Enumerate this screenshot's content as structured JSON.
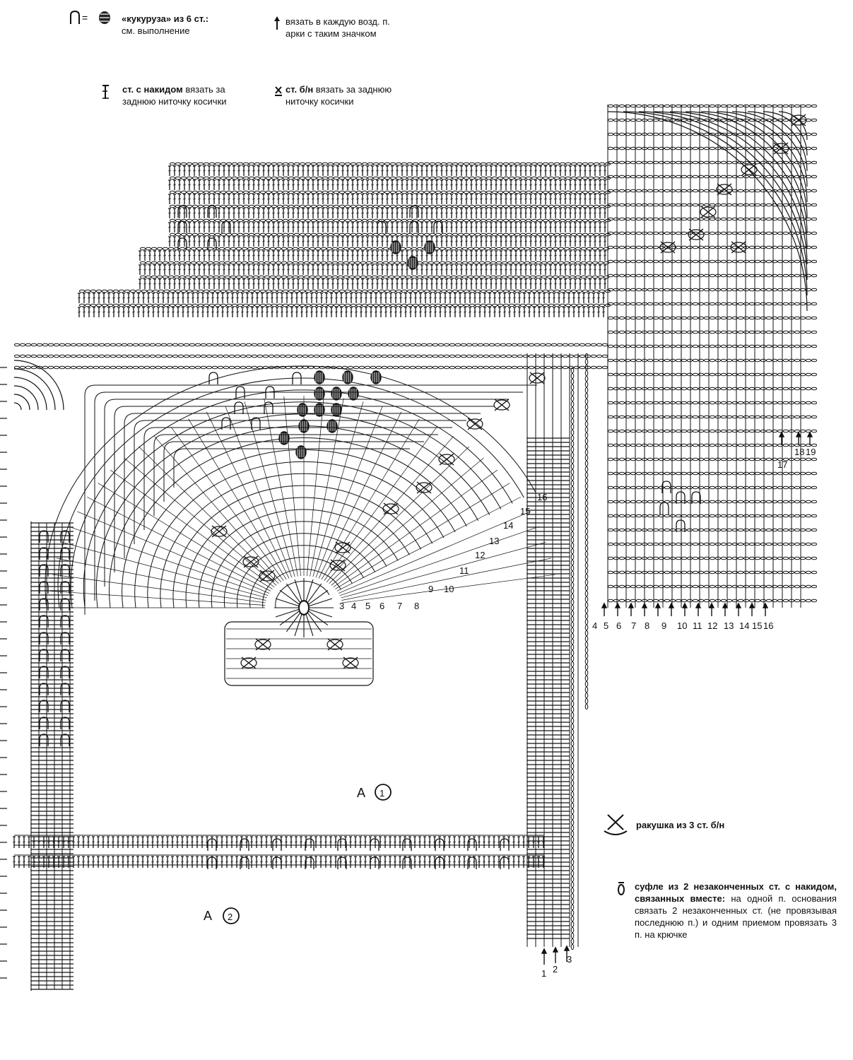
{
  "legend": {
    "corn": {
      "bold": "«кукуруза» из 6 ст.:",
      "text": "см. выполнение"
    },
    "arrow": {
      "text": "вязать в каждую возд. п. арки с таким значком"
    },
    "dc_back": {
      "bold": "ст. с накидом",
      "text": "вязать за заднюю ниточку косички"
    },
    "sc_back": {
      "bold": "ст. б/н",
      "text": "вязать за заднюю ниточку косички"
    },
    "shell": {
      "bold": "ракушка из 3 ст. б/н",
      "text": ""
    },
    "puff": {
      "bold": "суфле из 2 незаконченных ст. с накидом, связанных вместе:",
      "text": "на одной п. основания связать 2 незаконченных ст. (не провязывая последнюю п.) и одним приемом провязать 3 п. на крючке"
    }
  },
  "labels": {
    "a1_letter": "А",
    "a1_num": "1",
    "a2_letter": "А",
    "a2_num": "2"
  },
  "row_numbers": {
    "center": [
      "3",
      "4",
      "5",
      "6",
      "7",
      "8",
      "9",
      "10",
      "11",
      "12",
      "13",
      "14",
      "15",
      "16"
    ],
    "right_bottom": [
      "4",
      "5",
      "6",
      "7",
      "8",
      "9",
      "10",
      "11",
      "12",
      "13",
      "14",
      "15",
      "16"
    ],
    "right_side": [
      "17",
      "18",
      "19"
    ],
    "left_bottom": [
      "1",
      "2",
      "3"
    ]
  },
  "colors": {
    "ink": "#111111",
    "paper": "#ffffff"
  },
  "icons": [
    "corn-stitch-icon",
    "arrow-up-icon",
    "dc-back-loop-icon",
    "sc-back-loop-icon",
    "shell-icon",
    "puff-icon"
  ]
}
